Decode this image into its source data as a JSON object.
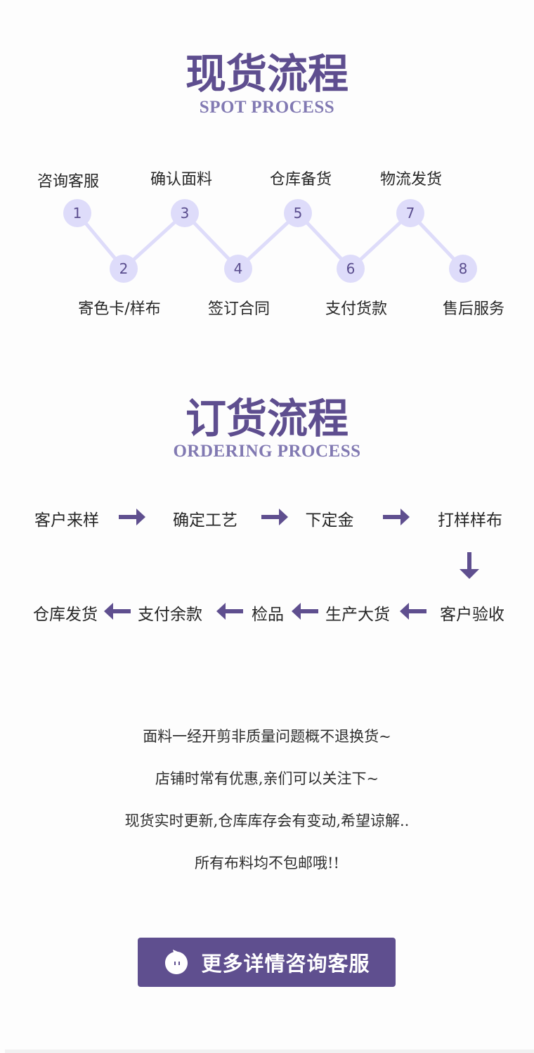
{
  "spot": {
    "title_cn": "现货流程",
    "title_en": "SPOT PROCESS",
    "steps": [
      {
        "num": "1",
        "label": "咨询客服"
      },
      {
        "num": "2",
        "label": "寄色卡/样布"
      },
      {
        "num": "3",
        "label": "确认面料"
      },
      {
        "num": "4",
        "label": "签订合同"
      },
      {
        "num": "5",
        "label": "仓库备货"
      },
      {
        "num": "6",
        "label": "支付货款"
      },
      {
        "num": "7",
        "label": "物流发货"
      },
      {
        "num": "8",
        "label": "售后服务"
      }
    ]
  },
  "ordering": {
    "title_cn": "订货流程",
    "title_en": "ORDERING PROCESS",
    "row1": [
      "客户来样",
      "确定工艺",
      "下定金",
      "打样样布"
    ],
    "row2": [
      "仓库发货",
      "支付余款",
      "检品",
      "生产大货",
      "客户验收"
    ]
  },
  "notes": [
    "面料一经开剪非质量问题概不退换货~",
    "店铺时常有优惠,亲们可以关注下~",
    "现货实时更新,仓库库存会有变动,希望谅解..",
    "所有布料均不包邮哦!!"
  ],
  "cta": {
    "label": "更多详情咨询客服",
    "icon": "chat-bubble-icon"
  },
  "colors": {
    "accent": "#5f4f8f",
    "subtitle": "#8179b2",
    "circle_fill": "#dedcfa",
    "circle_text": "#5a4d8e"
  }
}
